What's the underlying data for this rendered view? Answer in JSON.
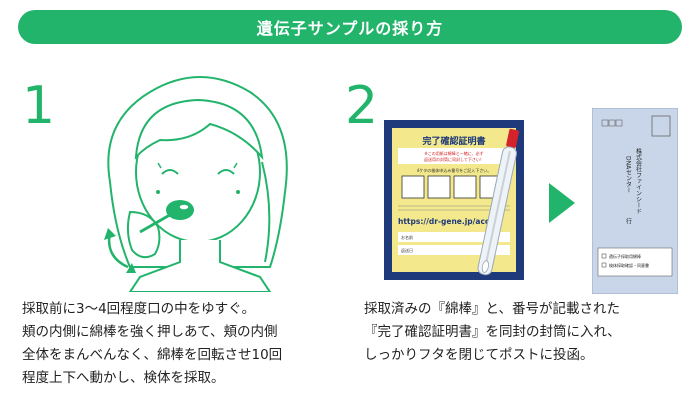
{
  "header": {
    "title": "遺伝子サンプルの採り方"
  },
  "steps": [
    {
      "number": "1",
      "description": "採取前に3〜4回程度口の中をゆすぐ。\n頬の内側に綿棒を強く押しあて、頬の内側\n全体をまんべんなく、綿棒を回転させ10回\n程度上下へ動かし、検体を採取。"
    },
    {
      "number": "2",
      "description": "採取済みの『綿棒』と、番号が記載された\n『完了確認証明書』を同封の封筒に入れ、\nしっかりフタを閉じてポストに投函。"
    }
  ],
  "certificate": {
    "title": "完了確認証明書",
    "warning_line1": "※この用紙は綿棒と一緒に、必ず",
    "warning_line2": "返送用の封筒に同封して下さい！",
    "instruction": "4ケタの検体申込み番号をご記入下さい。",
    "url": "https://dr-gene.jp/acc",
    "name_label": "お名前",
    "date_label": "返送日"
  },
  "envelope": {
    "address_line1": "株式会社ファインシード",
    "address_line2": "DNAセンター",
    "suffix": "行",
    "check1": "遺伝子採取用綿棒",
    "check2": "検体採取確認・同意書"
  },
  "colors": {
    "brand_green": "#23b46c",
    "card_yellow": "#f3e88c",
    "card_navy": "#1e3a7a",
    "envelope_blue": "#c9d6ea"
  }
}
